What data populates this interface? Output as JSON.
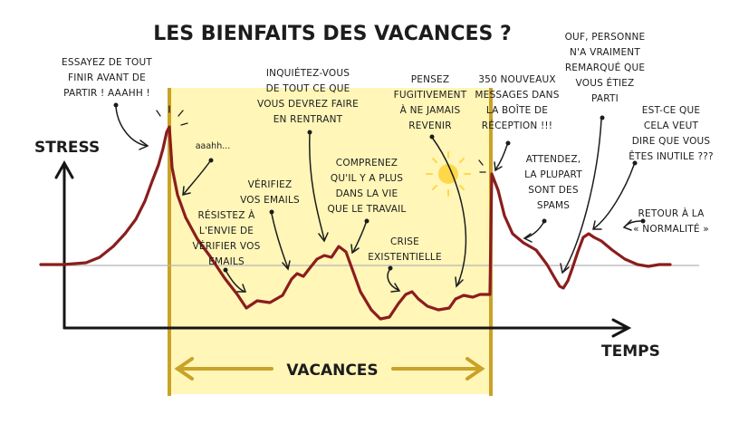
{
  "title": "LES BIENFAITS DES VACANCES ?",
  "y_axis_label": "STRESS",
  "x_axis_label": "TEMPS",
  "period_label": "VACANCES",
  "colors": {
    "curve": "#8b1d1d",
    "vacation_band": "#fff6b8",
    "vacation_edge": "#c9a227",
    "sun": "#ffd84a",
    "axis": "#151515",
    "baseline": "#b5b5b5"
  },
  "annotations": {
    "essayez": [
      "ESSAYEZ DE TOUT",
      "FINIR AVANT DE",
      "PARTIR ! AAAHH !"
    ],
    "aaahh": [
      "aaahh..."
    ],
    "resistez": [
      "RÉSISTEZ À",
      "L'ENVIE DE",
      "VÉRIFIER VOS",
      "EMAILS"
    ],
    "verifiez": [
      "VÉRIFIEZ",
      "VOS EMAILS"
    ],
    "inquietez": [
      "INQUIÉTEZ-VOUS",
      "DE TOUT CE QUE",
      "VOUS DEVREZ FAIRE",
      "EN RENTRANT"
    ],
    "comprenez": [
      "COMPRENEZ",
      "QU'IL Y A PLUS",
      "DANS LA VIE",
      "QUE LE TRAVAIL"
    ],
    "crise": [
      "CRISE",
      "EXISTENTIELLE"
    ],
    "pensez": [
      "PENSEZ",
      "FUGITIVEMENT",
      "À NE JAMAIS",
      "REVENIR"
    ],
    "messages": [
      "350 NOUVEAUX",
      "MESSAGES DANS",
      "LA BOÎTE DE",
      "RÉCEPTION !!!"
    ],
    "attendez": [
      "ATTENDEZ,",
      "LA PLUPART",
      "SONT DES",
      "SPAMS"
    ],
    "ouf": [
      "OUF, PERSONNE",
      "N'A VRAIMENT",
      "REMARQUÉ QUE",
      "VOUS ÉTIEZ",
      "PARTI"
    ],
    "estceque": [
      "EST-CE QUE",
      "CELA VEUT",
      "DIRE QUE VOUS",
      "ÊTES INUTILE ???"
    ],
    "retour": [
      "RETOUR À LA",
      "« NORMALITÉ »"
    ]
  }
}
